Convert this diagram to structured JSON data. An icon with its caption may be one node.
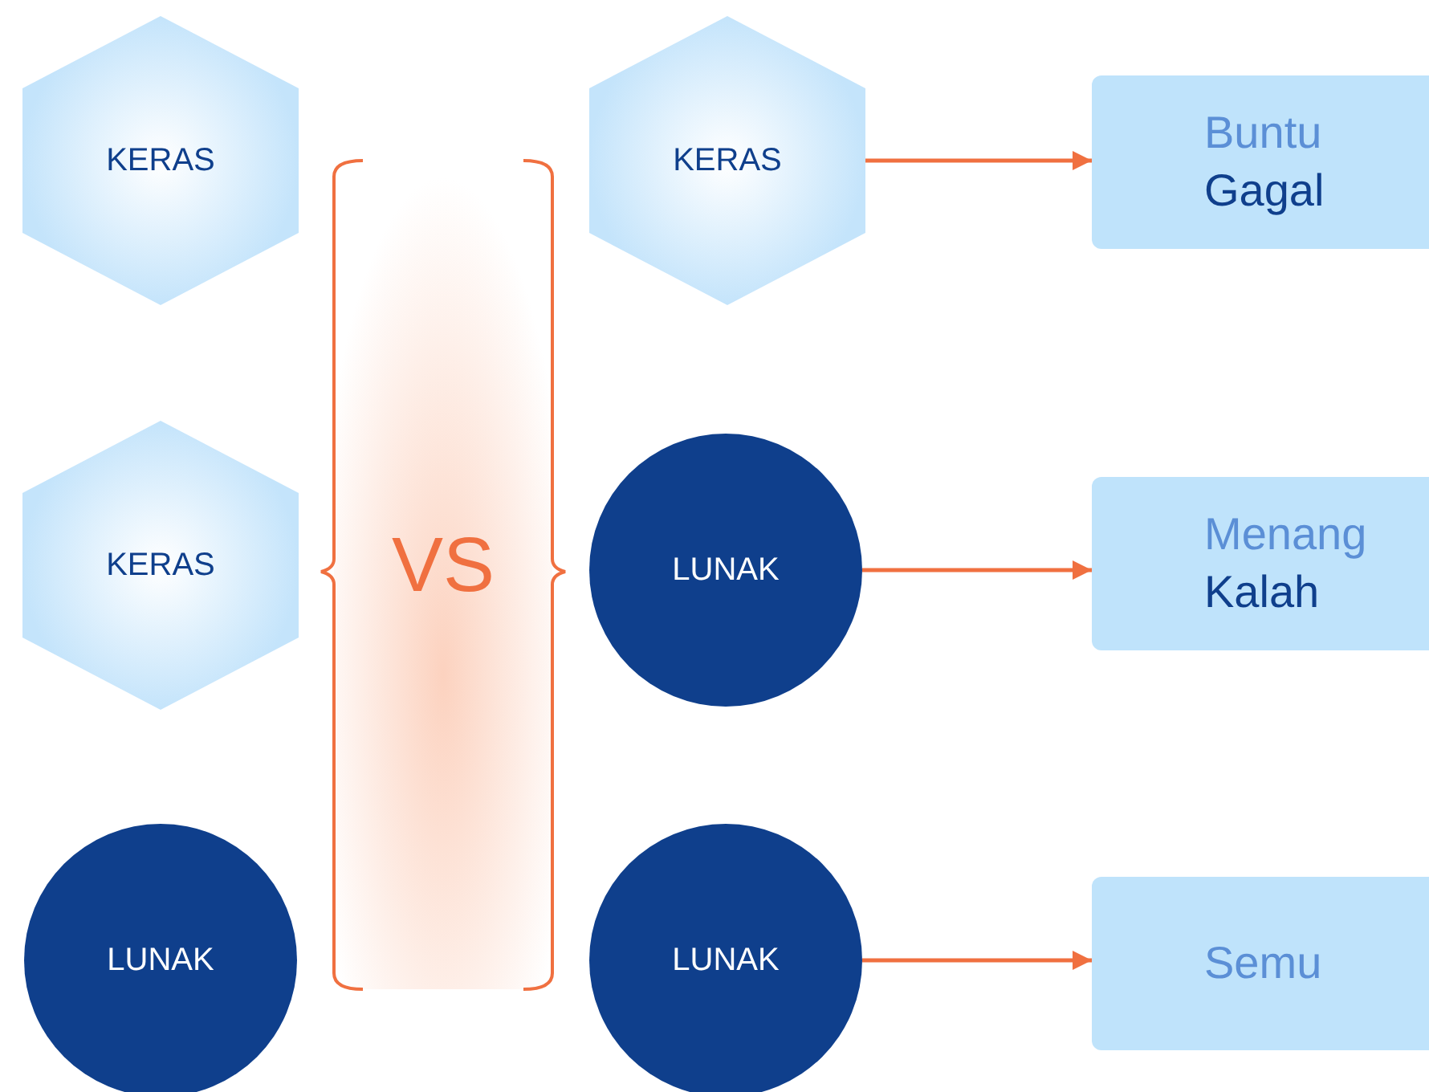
{
  "diagram": {
    "nodes": [
      {
        "text": [
          "KERAS"
        ]
      },
      {
        "text": [
          "KERAS"
        ]
      },
      {
        "text": [
          "LUNAK"
        ]
      },
      {
        "text": [
          "VS"
        ]
      },
      {
        "text": [
          "KERAS"
        ]
      },
      {
        "text": [
          "LUNAK"
        ]
      },
      {
        "text": [
          "LUNAK"
        ]
      },
      {
        "text": [
          "Buntu",
          "Gagal"
        ]
      },
      {
        "text": [
          "Menang",
          "Kalah"
        ]
      },
      {
        "text": [
          "Semu"
        ]
      }
    ],
    "edges": [
      {
        "from": 4,
        "to": 7,
        "arrow": "to"
      },
      {
        "from": 5,
        "to": 8,
        "arrow": "to"
      },
      {
        "from": 6,
        "to": 9,
        "arrow": "to"
      }
    ]
  }
}
